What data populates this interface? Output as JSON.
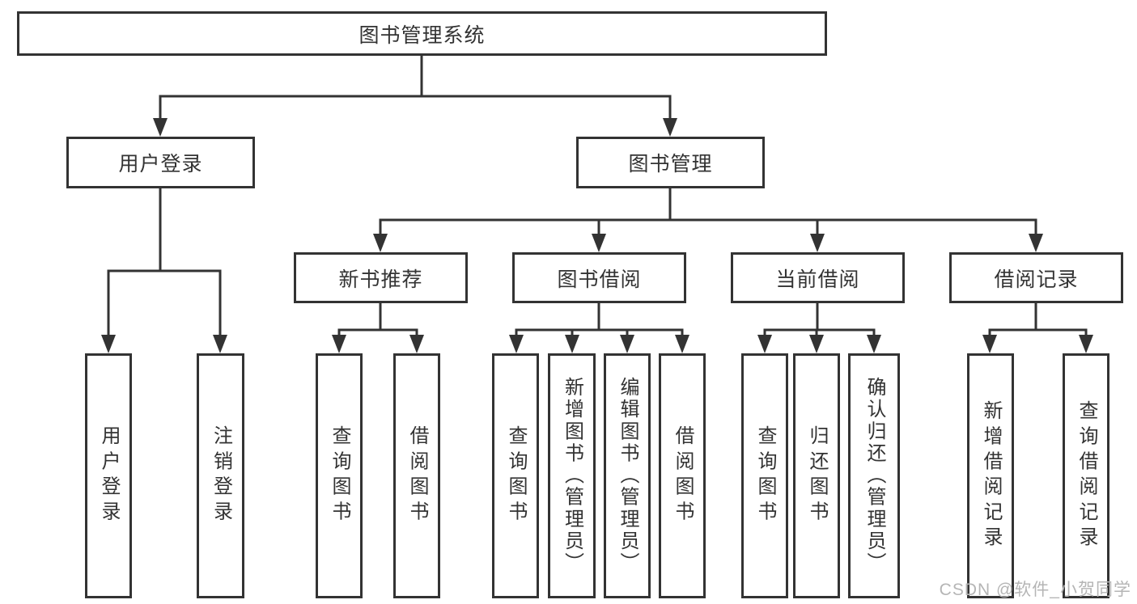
{
  "tree": {
    "label": "图书管理系统",
    "children": [
      {
        "label": "用户登录",
        "children": [
          {
            "label": "用户登录"
          },
          {
            "label": "注销登录"
          }
        ]
      },
      {
        "label": "图书管理",
        "children": [
          {
            "label": "新书推荐",
            "children": [
              {
                "label": "查询图书"
              },
              {
                "label": "借阅图书"
              }
            ]
          },
          {
            "label": "图书借阅",
            "children": [
              {
                "label": "查询图书"
              },
              {
                "label": "新增图书（管理员）"
              },
              {
                "label": "编辑图书（管理员）"
              },
              {
                "label": "借阅图书"
              }
            ]
          },
          {
            "label": "当前借阅",
            "children": [
              {
                "label": "查询图书"
              },
              {
                "label": "归还图书"
              },
              {
                "label": "确认归还（管理员）"
              }
            ]
          },
          {
            "label": "借阅记录",
            "children": [
              {
                "label": "新增借阅记录"
              },
              {
                "label": "查询借阅记录"
              }
            ]
          }
        ]
      }
    ]
  },
  "watermark": "CSDN @软件_小贺同学",
  "colors": {
    "line": "#333333",
    "text": "#333333",
    "box_bg": "#ffffff",
    "watermark": "#b5b5b5",
    "background": "#ffffff"
  }
}
